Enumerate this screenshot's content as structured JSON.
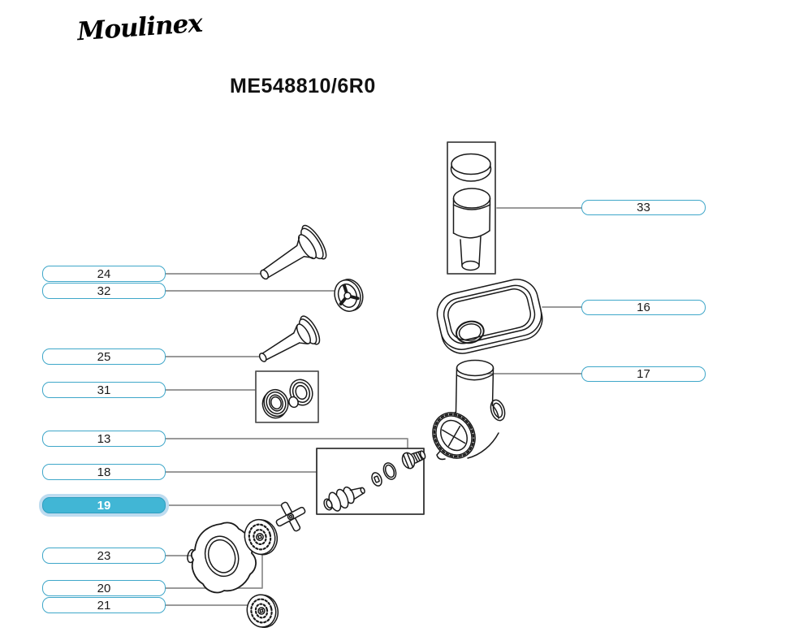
{
  "brand": {
    "logo": "Moulinex"
  },
  "title": "ME548810/6R0",
  "labels": [
    {
      "num": "24",
      "highlighted": false
    },
    {
      "num": "32",
      "highlighted": false
    },
    {
      "num": "25",
      "highlighted": false
    },
    {
      "num": "31",
      "highlighted": false
    },
    {
      "num": "13",
      "highlighted": false
    },
    {
      "num": "18",
      "highlighted": false
    },
    {
      "num": "19",
      "highlighted": true
    },
    {
      "num": "23",
      "highlighted": false
    },
    {
      "num": "20",
      "highlighted": false
    },
    {
      "num": "21",
      "highlighted": false
    },
    {
      "num": "33",
      "highlighted": false
    },
    {
      "num": "16",
      "highlighted": false
    },
    {
      "num": "17",
      "highlighted": false
    }
  ],
  "colors": {
    "label_border": "#3fa7c9",
    "highlight_fill": "#41b6d5",
    "highlight_halo": "#bedcf0",
    "highlight_text": "#ffffff",
    "callout_line": "#8c8c8c",
    "line_art": "#1a1a1a"
  }
}
